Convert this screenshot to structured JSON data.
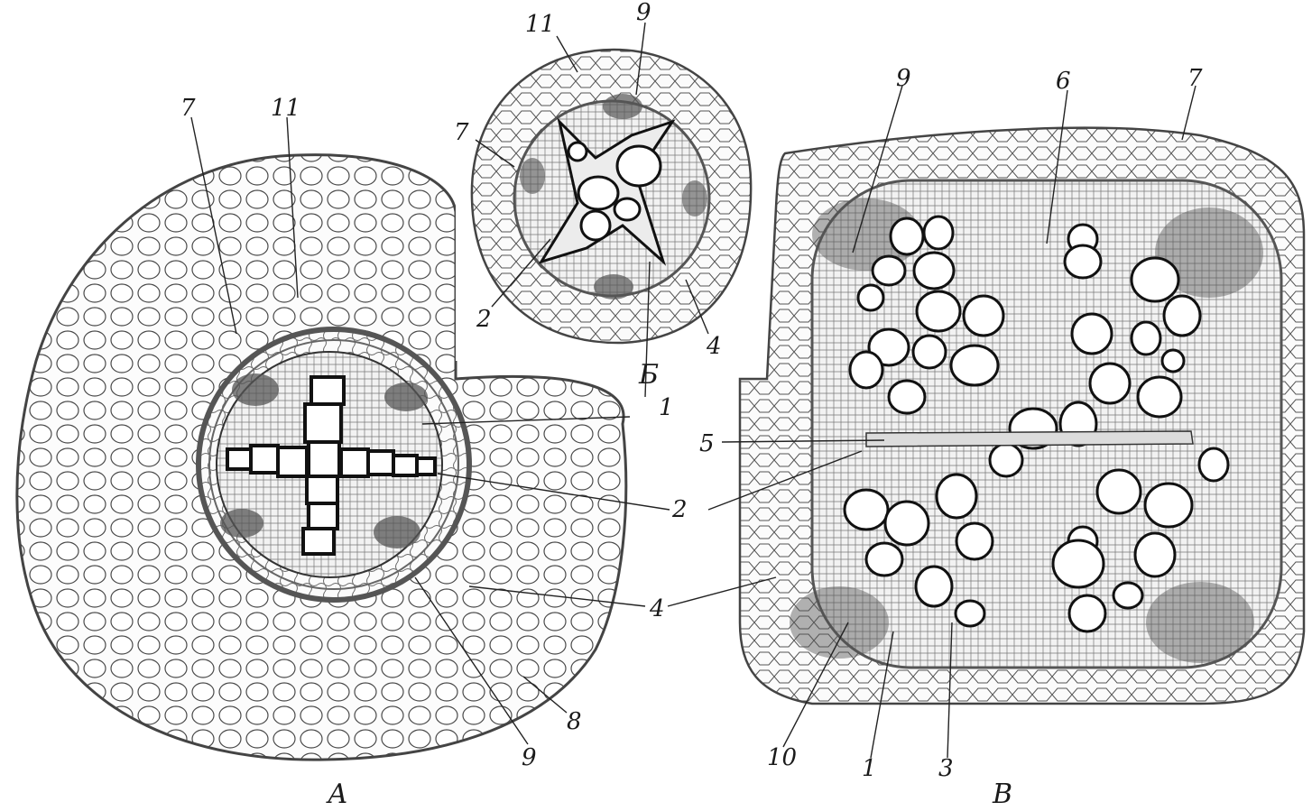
{
  "figure": {
    "panels": {
      "a": "А",
      "b": "Б",
      "c": "В"
    },
    "labels": {
      "a_7": "7",
      "a_11": "11",
      "a_1": "1",
      "a_2": "2",
      "a_4": "4",
      "a_8": "8",
      "a_9": "9",
      "b_11": "11",
      "b_9": "9",
      "b_7": "7",
      "b_2": "2",
      "b_4": "4",
      "c_9": "9",
      "c_6": "6",
      "c_7": "7",
      "c_5": "5",
      "c_10": "10",
      "c_1": "1",
      "c_3": "3"
    }
  }
}
